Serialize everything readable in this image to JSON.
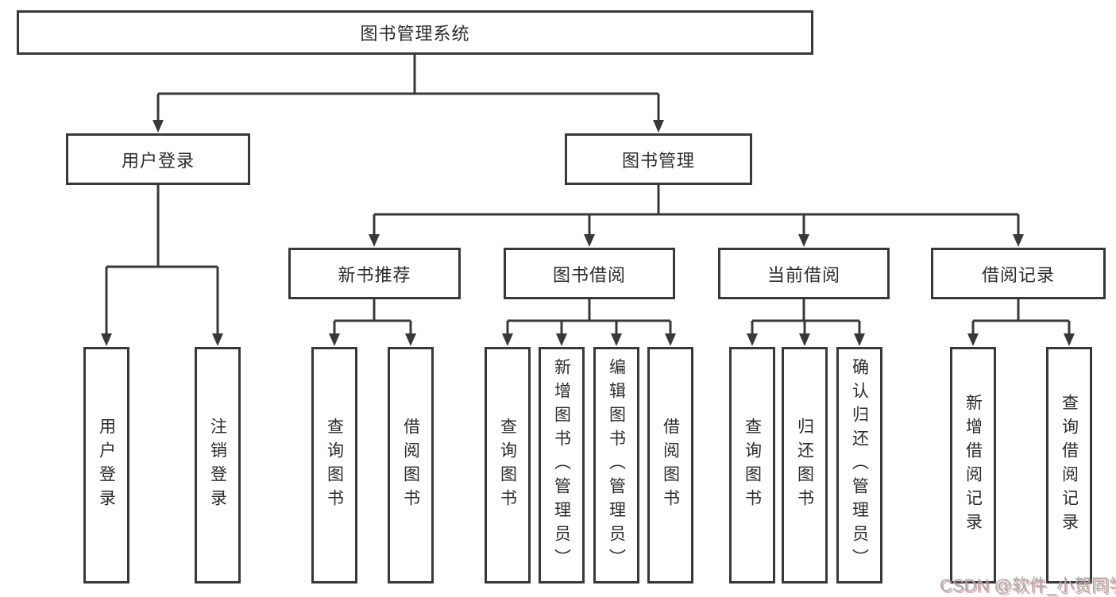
{
  "tree": {
    "root": {
      "label": "图书管理系统"
    },
    "level2": {
      "user_login": {
        "label": "用户登录",
        "children": [
          "用户登录",
          "注销登录"
        ]
      },
      "book_mgmt": {
        "label": "图书管理"
      }
    },
    "level3": {
      "new_book_recommend": {
        "label": "新书推荐",
        "children": [
          "查询图书",
          "借阅图书"
        ]
      },
      "book_borrow": {
        "label": "图书借阅",
        "children": [
          "查询图书",
          "新增图书（管理员）",
          "编辑图书（管理员）",
          "借阅图书"
        ]
      },
      "current_borrow": {
        "label": "当前借阅",
        "children": [
          "查询图书",
          "归还图书",
          "确认归还（管理员）"
        ]
      },
      "borrow_record": {
        "label": "借阅记录",
        "children": [
          "新增借阅记录",
          "查询借阅记录"
        ]
      }
    }
  },
  "watermark": {
    "text": "CSDN @软件_小贺同学"
  },
  "colors": {
    "line": "#383838",
    "text": "#2b2b2b",
    "watermark_gray": "#ababab",
    "watermark_shadow_red": "#c76e6e",
    "background": "#ffffff"
  }
}
